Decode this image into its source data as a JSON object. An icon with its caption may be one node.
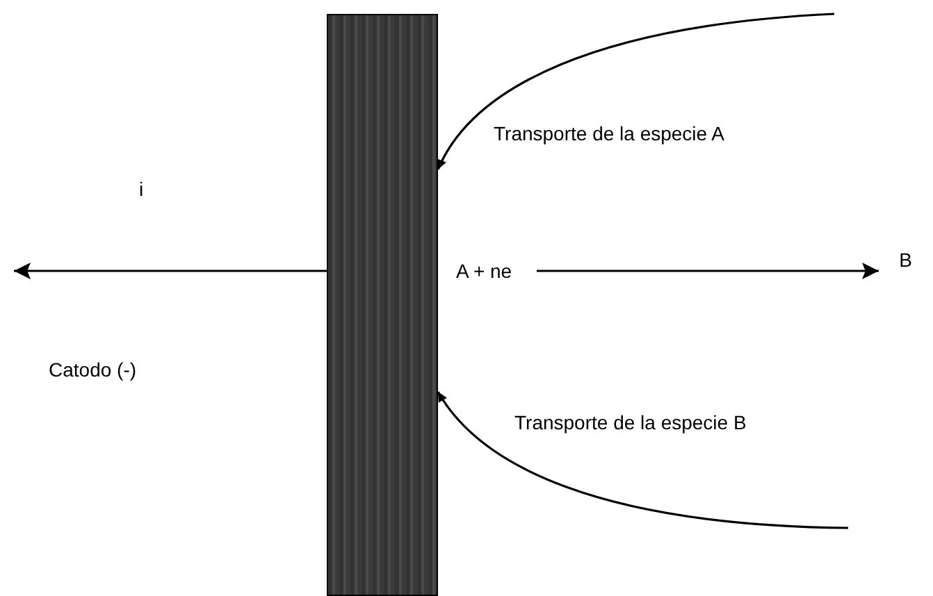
{
  "diagram": {
    "nodes": [
      {
        "text": [],
        "shape": "bar"
      },
      {
        "text": [
          "A + ne"
        ]
      },
      {
        "text": [
          "B"
        ]
      }
    ],
    "edges": [
      {
        "from": 0,
        "to": null,
        "arrow": "to",
        "label": "i"
      },
      {
        "from": 1,
        "to": 2,
        "arrow": "to"
      },
      {
        "from": null,
        "to": 0,
        "arrow": "to",
        "label": "Transporte de la especie A"
      },
      {
        "from": null,
        "to": 0,
        "arrow": "to",
        "label": "Transporte de la especie B"
      }
    ],
    "labels": [
      "Catodo (-)"
    ]
  }
}
